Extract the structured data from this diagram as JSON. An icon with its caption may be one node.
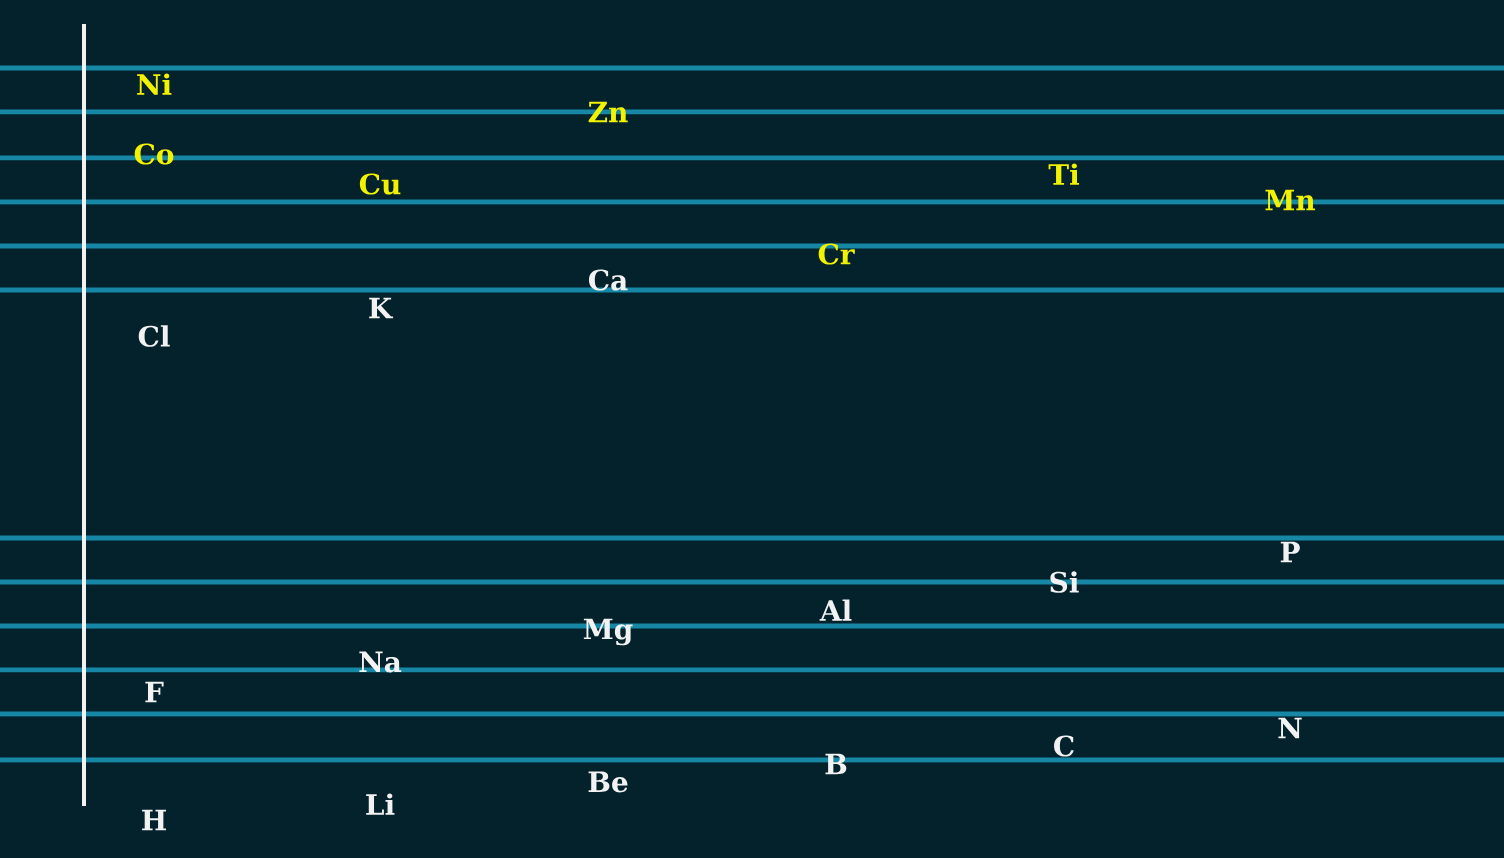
{
  "diagram": {
    "labels": [
      "Ni",
      "Zn",
      "Co",
      "Ti",
      "Cu",
      "Mn",
      "Cr",
      "Ca",
      "K",
      "Cl",
      "P",
      "Si",
      "Al",
      "Mg",
      "Na",
      "F",
      "N",
      "C",
      "B",
      "Be",
      "Li",
      "H"
    ]
  }
}
